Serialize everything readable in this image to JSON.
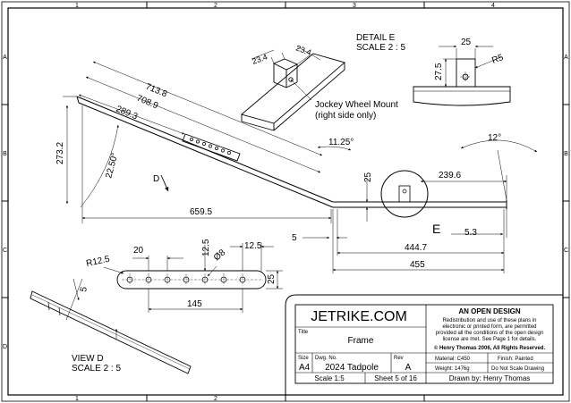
{
  "zones": {
    "columns": [
      "1",
      "2",
      "3",
      "4"
    ],
    "rows": [
      "A",
      "B",
      "C",
      "D"
    ]
  },
  "dimensions": {
    "d713": "713.8",
    "d708": "708.9",
    "d289": "289.3",
    "d273": "273.2",
    "d2250": "22.50°",
    "d659": "659.5",
    "d1125": "11.25°",
    "d25a": "25",
    "d2396": "239.6",
    "d12deg": "12°",
    "d5a": "5",
    "d53": "5.3",
    "d4447": "444.7",
    "d455": "455",
    "d234a": "23.4",
    "d234b": "23.4",
    "d25top": "25",
    "d275": "27.5",
    "dR5": "R5",
    "dR125": "R12.5",
    "d20": "20",
    "d125a": "12.5",
    "d8": "8",
    "d125b": "12.5",
    "d25c": "25",
    "d145": "145",
    "d5b": "5"
  },
  "labels": {
    "detail_title": "DETAIL E",
    "detail_scale": "SCALE 2 : 5",
    "jockey_line1": "Jockey Wheel Mount",
    "jockey_line2": "(right side only)",
    "view_d_arrow": "D",
    "detail_e_letter": "E",
    "view_d_title": "VIEW D",
    "view_d_scale": "SCALE 2 : 5"
  },
  "title_block": {
    "brand": "JETRIKE.COM",
    "open_design_title": "AN OPEN DESIGN",
    "open_design_lines": [
      "Redistribution and use of these plans in",
      "electronic or printed form, are permitted",
      "provided all the conditions of the open design",
      "license are met. See Page 1 for details."
    ],
    "copyright": "© Henry Thomas 2006, All Rights Reserved.",
    "title_label": "Title",
    "title_value": "Frame",
    "size_label": "Size",
    "size_value": "A4",
    "dwg_label": "Dwg. No.",
    "dwg_value": "2024 Tadpole",
    "rev_label": "Rev",
    "rev_value": "A",
    "material": "Material: C450",
    "finish": "Finish: Painted",
    "weight": "Weight: 1476g",
    "no_scale": "Do Not Scale Drawing",
    "scale": "Scale 1:5",
    "sheet": "Sheet 5 of 16",
    "drawn_by": "Drawn by: Henry Thomas"
  },
  "colors": {
    "line": "#000000",
    "background": "#ffffff"
  }
}
